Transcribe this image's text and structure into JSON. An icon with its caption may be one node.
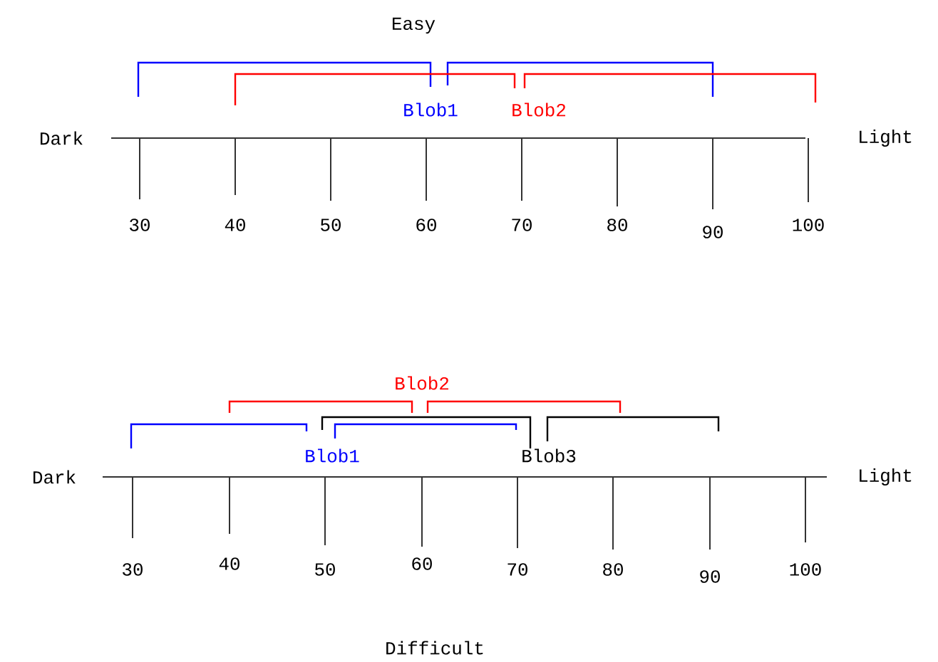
{
  "diagram": {
    "title": "Easy",
    "caption": "Difficult",
    "labels": [
      "Blob1",
      "Blob2",
      "Dark",
      "Light",
      "30",
      "40",
      "50",
      "60",
      "70",
      "80",
      "90",
      "100",
      "Blob2",
      "Blob1",
      "Blob3",
      "Dark",
      "Light",
      "30",
      "40",
      "50",
      "60",
      "70",
      "80",
      "90",
      "100"
    ]
  }
}
